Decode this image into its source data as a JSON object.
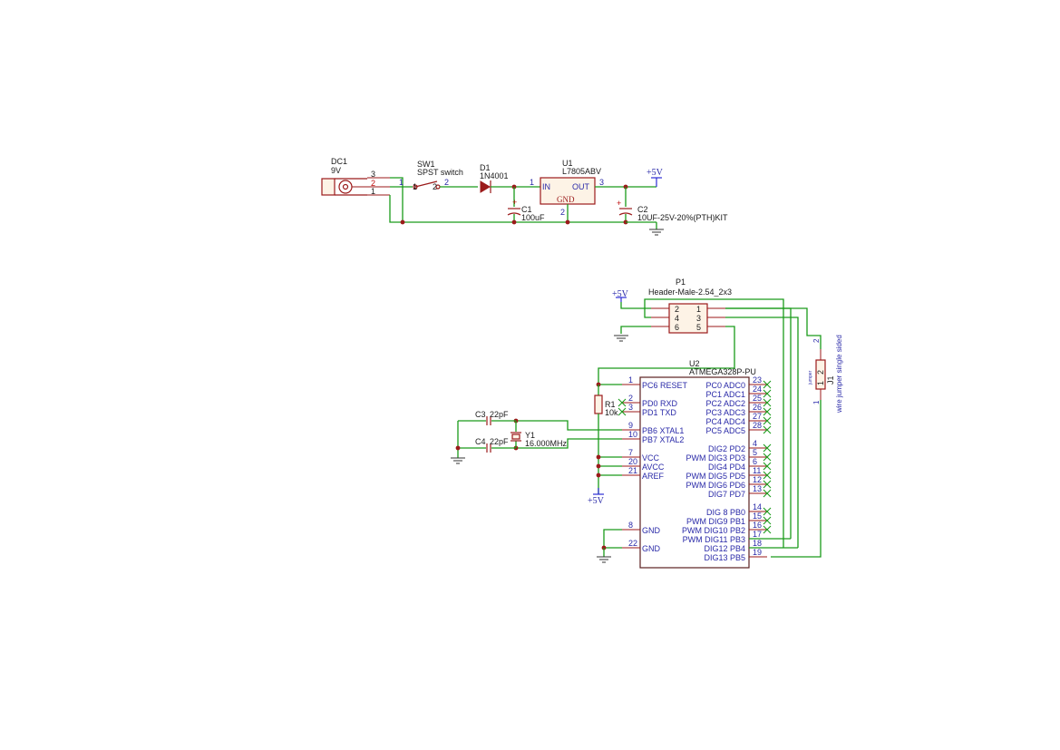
{
  "power_section": {
    "dc1": {
      "ref": "DC1",
      "value": "9V",
      "pins": [
        "3",
        "2",
        "1"
      ]
    },
    "sw1": {
      "ref": "SW1",
      "value": "SPST switch",
      "pin1": "1",
      "pin2": "2"
    },
    "d1": {
      "ref": "D1",
      "value": "1N4001"
    },
    "u1": {
      "ref": "U1",
      "value": "L7805ABV",
      "in": "IN",
      "out": "OUT",
      "gnd": "GND",
      "pin_in": "1",
      "pin_out": "3",
      "pin_gnd": "2"
    },
    "c1": {
      "ref": "C1",
      "value": "100uF"
    },
    "c2": {
      "ref": "C2",
      "value": "10UF-25V-20%(PTH)KIT"
    },
    "vcc_label": "+5V",
    "pin1_dc": "1"
  },
  "header": {
    "ref": "P1",
    "value": "Header-Male-2.54_2x3",
    "pins_left": [
      "2",
      "4",
      "6"
    ],
    "pins_right": [
      "1",
      "3",
      "5"
    ],
    "vcc_label": "+5V"
  },
  "jumper": {
    "ref": "J1",
    "value": "wire jumper single sided",
    "small": "jumper",
    "pin_top": "2",
    "pin_bottom": "1",
    "inner_top": "2",
    "inner_bottom": "1"
  },
  "mcu": {
    "ref": "U2",
    "value": "ATMEGA328P-PU",
    "left_pins": [
      {
        "num": "1",
        "name": "PC6 RESET"
      },
      {
        "num": "2",
        "name": "PD0 RXD"
      },
      {
        "num": "3",
        "name": "PD1 TXD"
      },
      {
        "num": "9",
        "name": "PB6 XTAL1"
      },
      {
        "num": "10",
        "name": "PB7 XTAL2"
      },
      {
        "num": "7",
        "name": "VCC"
      },
      {
        "num": "20",
        "name": "AVCC"
      },
      {
        "num": "21",
        "name": "AREF"
      },
      {
        "num": "8",
        "name": "GND"
      },
      {
        "num": "22",
        "name": "GND"
      }
    ],
    "right_pins": [
      {
        "num": "23",
        "name": "PC0 ADC0"
      },
      {
        "num": "24",
        "name": "PC1 ADC1"
      },
      {
        "num": "25",
        "name": "PC2 ADC2"
      },
      {
        "num": "26",
        "name": "PC3 ADC3"
      },
      {
        "num": "27",
        "name": "PC4 ADC4"
      },
      {
        "num": "28",
        "name": "PC5 ADC5"
      },
      {
        "num": "4",
        "name": "DIG2 PD2"
      },
      {
        "num": "5",
        "name": "PWM DIG3 PD3"
      },
      {
        "num": "6",
        "name": "DIG4 PD4"
      },
      {
        "num": "11",
        "name": "PWM DIG5 PD5"
      },
      {
        "num": "12",
        "name": "PWM DIG6 PD6"
      },
      {
        "num": "13",
        "name": "DIG7 PD7"
      },
      {
        "num": "14",
        "name": "DIG 8 PB0"
      },
      {
        "num": "15",
        "name": "PWM DIG9 PB1"
      },
      {
        "num": "16",
        "name": "PWM DIG10 PB2"
      },
      {
        "num": "17",
        "name": "PWM DIG11 PB3"
      },
      {
        "num": "18",
        "name": "DIG12 PB4"
      },
      {
        "num": "19",
        "name": "DIG13 PB5"
      }
    ],
    "vcc_label": "+5V"
  },
  "r1": {
    "ref": "R1",
    "value": "10k"
  },
  "c3": {
    "ref": "C3",
    "value": "22pF"
  },
  "c4": {
    "ref": "C4",
    "value": "22pF"
  },
  "y1": {
    "ref": "Y1",
    "value": "16.000MHz"
  }
}
